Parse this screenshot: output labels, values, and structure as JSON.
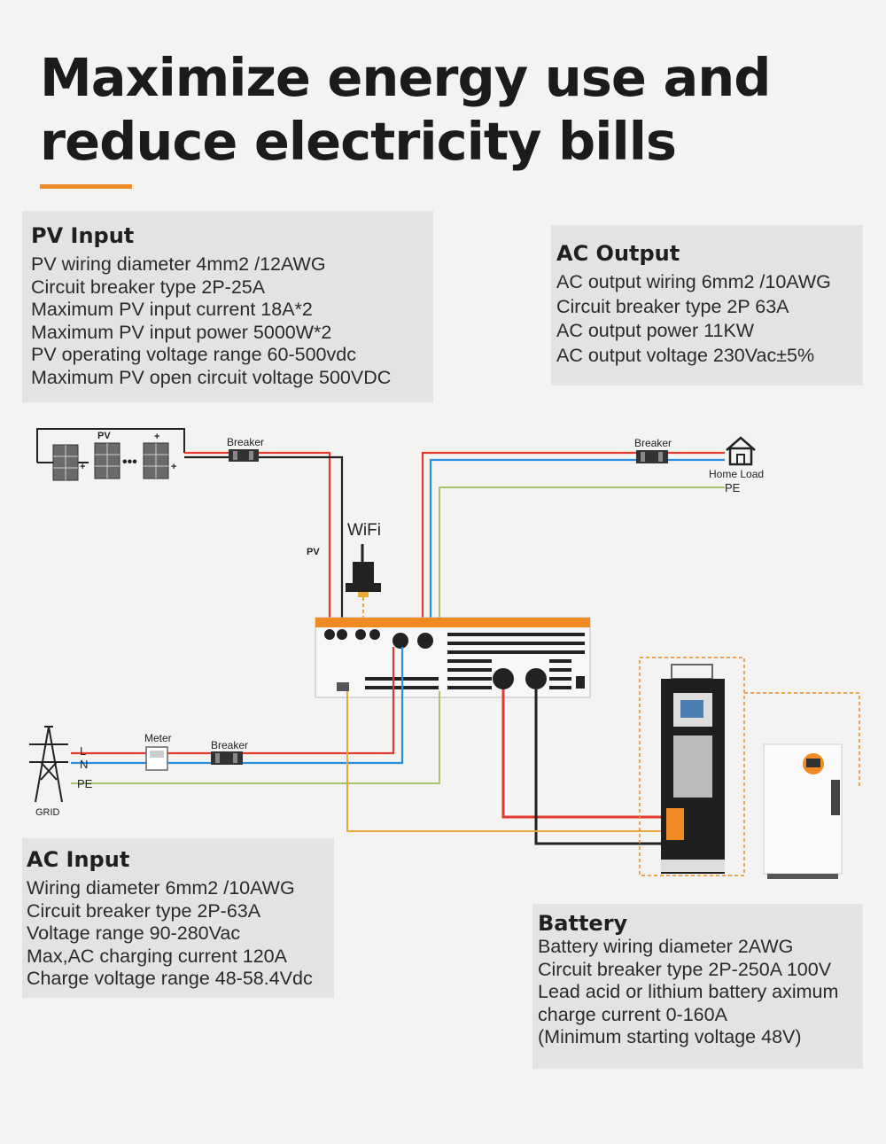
{
  "title": {
    "line1": "Maximize energy use and",
    "line2": "reduce electricity bills"
  },
  "pv_input": {
    "heading": "PV Input",
    "lines": [
      "PV wiring diameter 4mm2 /12AWG",
      "Circuit breaker type 2P-25A",
      "Maximum PV input current 18A*2",
      "Maximum PV input power 5000W*2",
      "PV operating voltage range 60-500vdc",
      "Maximum PV open circuit voltage 500VDC"
    ]
  },
  "ac_output": {
    "heading": "AC Output",
    "lines": [
      "AC output wiring 6mm2 /10AWG",
      "Circuit breaker type 2P 63A",
      "AC output power 11KW",
      "AC output voltage 230Vac±5%"
    ]
  },
  "ac_input": {
    "heading": "AC Input",
    "lines": [
      "Wiring diameter 6mm2 /10AWG",
      "Circuit breaker type 2P-63A",
      "Voltage range 90-280Vac",
      "Max,AC charging current 120A",
      "Charge voltage range 48-58.4Vdc"
    ]
  },
  "battery": {
    "heading": "Battery",
    "lines": [
      "Battery wiring diameter 2AWG",
      "Circuit breaker type 2P-250A 100V",
      "Lead acid or lithium battery aximum",
      "charge current 0-160A",
      "(Minimum starting voltage 48V)"
    ]
  },
  "diagram": {
    "pv_label": "PV",
    "pv_wire_label": "PV",
    "breaker_pv": "Breaker",
    "breaker_out": "Breaker",
    "breaker_grid": "Breaker",
    "wifi": "WiFi",
    "home_load": "Home Load",
    "pe_out": "PE",
    "meter": "Meter",
    "l": "L",
    "n": "N",
    "pe_grid": "PE",
    "grid": "GRID",
    "plus1": "+",
    "plus2": "+",
    "plus3": "+"
  },
  "colors": {
    "accent": "#f08a24",
    "wire_red": "#e23a2e",
    "wire_blue": "#2a8fe0",
    "wire_green": "#a9c46a",
    "wire_yellow": "#e8a83a",
    "wire_black": "#222222",
    "box_bg": "#e3e3e3"
  }
}
